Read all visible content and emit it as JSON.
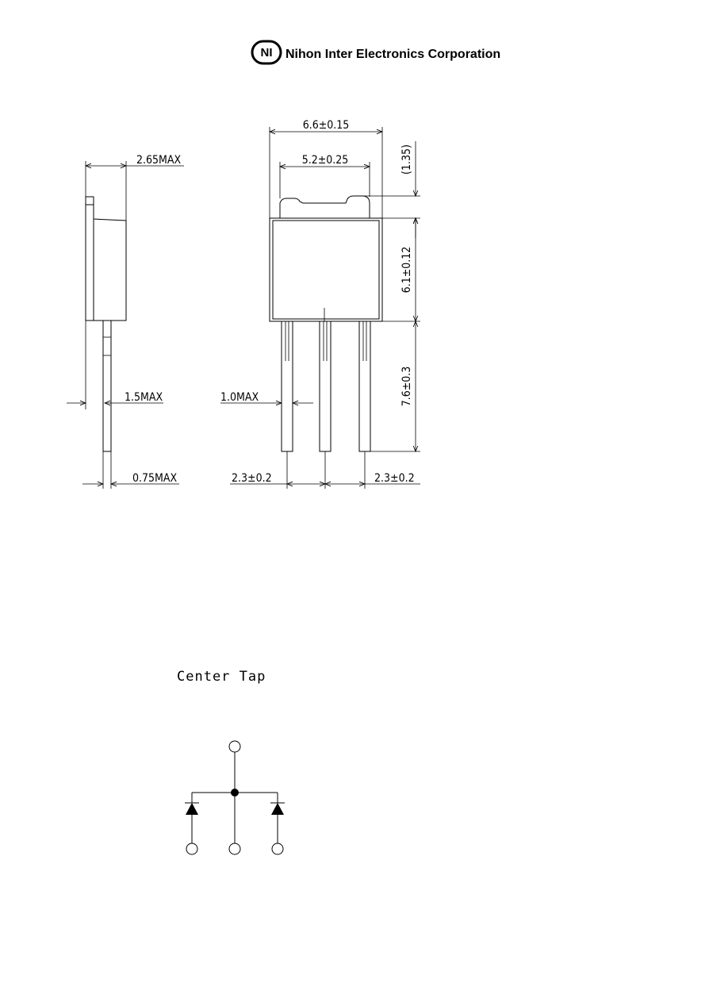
{
  "header": {
    "logo_text": "NI",
    "company": "Nihon Inter Electronics Corporation"
  },
  "dimensions": {
    "side_width": "2.65MAX",
    "lead_width_side": "1.5MAX",
    "lead_thickness": "0.75MAX",
    "lead_width_front": "1.0MAX",
    "body_width": "6.6±0.15",
    "tab_width": "5.2±0.25",
    "tab_height": "(1.35)",
    "body_height": "6.1±0.12",
    "lead_length": "7.6±0.3",
    "pitch_left": "2.3±0.2",
    "pitch_right": "2.3±0.2"
  },
  "schematic": {
    "title": "Center Tap"
  }
}
